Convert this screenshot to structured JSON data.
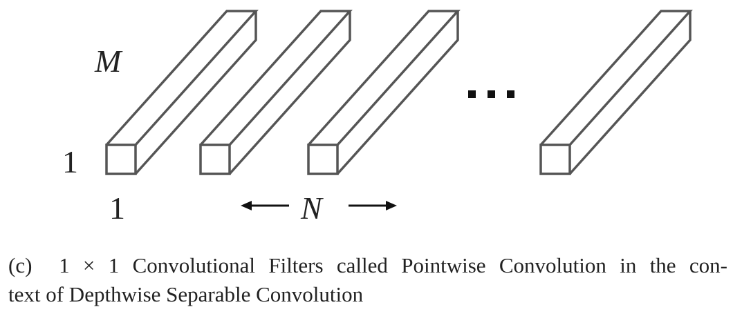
{
  "labels": {
    "depth": "M",
    "height": "1",
    "width": "1",
    "count": "N",
    "ellipsis": "..."
  },
  "caption": {
    "tag": "(c)",
    "math": "1 × 1",
    "line1_rest": "Convolutional Filters called Pointwise Convolution in the con-",
    "line2": "text of Depthwise Separable Convolution"
  },
  "colors": {
    "stroke": "#555555",
    "text": "#222222"
  }
}
